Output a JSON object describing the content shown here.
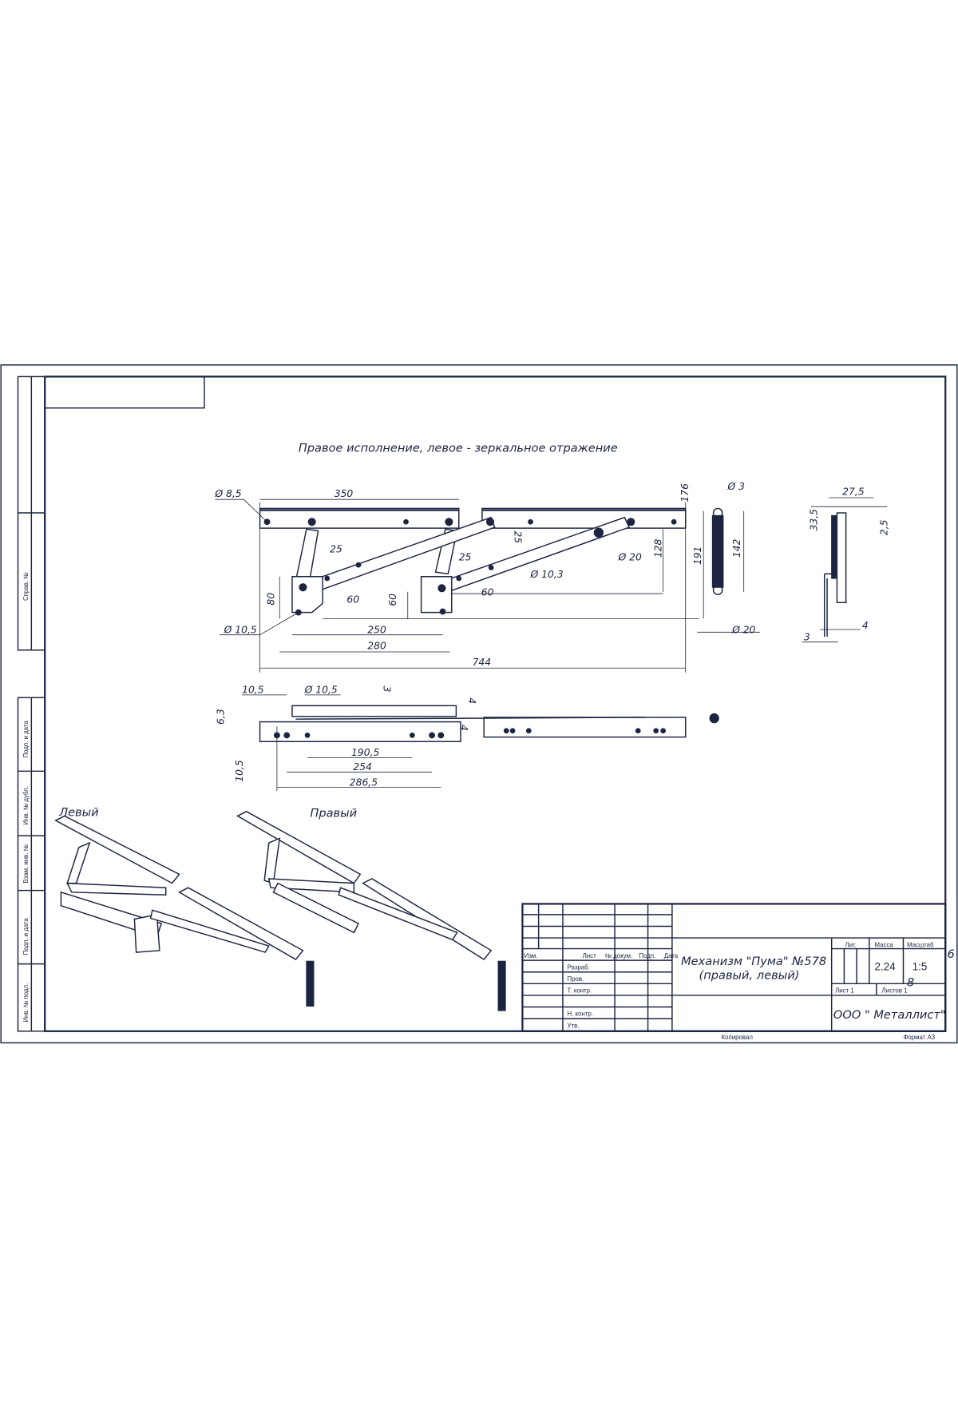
{
  "drawing": {
    "heading": "Правое исполнение, левое - зеркальное отражение",
    "view_labels": {
      "left": "Левый",
      "right": "Правый"
    },
    "top_view_dimensions": [
      "Ø 8,5",
      "350",
      "176",
      "Ø 3",
      "25",
      "25",
      "25",
      "Ø 10,3",
      "Ø 20",
      "128",
      "191",
      "142",
      "80",
      "60",
      "60",
      "60",
      "Ø 10,5",
      "250",
      "280",
      "744",
      "Ø 20"
    ],
    "side_view_dimensions": [
      "27,5",
      "33,5",
      "2,5",
      "4",
      "3"
    ],
    "front_view_dimensions": [
      "10,5",
      "Ø 10,5",
      "3",
      "4",
      "6,3",
      "4",
      "10,5",
      "190,5",
      "254",
      "286,5"
    ]
  },
  "side_strip": [
    "Справ. №",
    "Подп. и дата",
    "Инв. № дубл.",
    "Взам. инв. №",
    "Подп. и дата",
    "Инв. № подл."
  ],
  "title_block": {
    "col_headers": [
      "Изм.",
      "Лист",
      "№ докум.",
      "Подп.",
      "Дата"
    ],
    "roles": [
      "Разраб.",
      "Пров.",
      "Т. контр.",
      "Н. контр.",
      "Утв."
    ],
    "name_line1": "Механизм \"Пума\" №578",
    "name_line2": "(правый, левый)",
    "lit_label": "Лит.",
    "mass_label": "Масса",
    "scale_label": "Масштаб",
    "mass_value": "2.24",
    "scale_value": "1:5",
    "scale_handwritten": [
      "6",
      "8"
    ],
    "sheet": "Лист 1",
    "sheets": "Листов 1",
    "organization": "ООО \" Металлист\"",
    "copied": "Копировал",
    "format": "Формат А3"
  }
}
